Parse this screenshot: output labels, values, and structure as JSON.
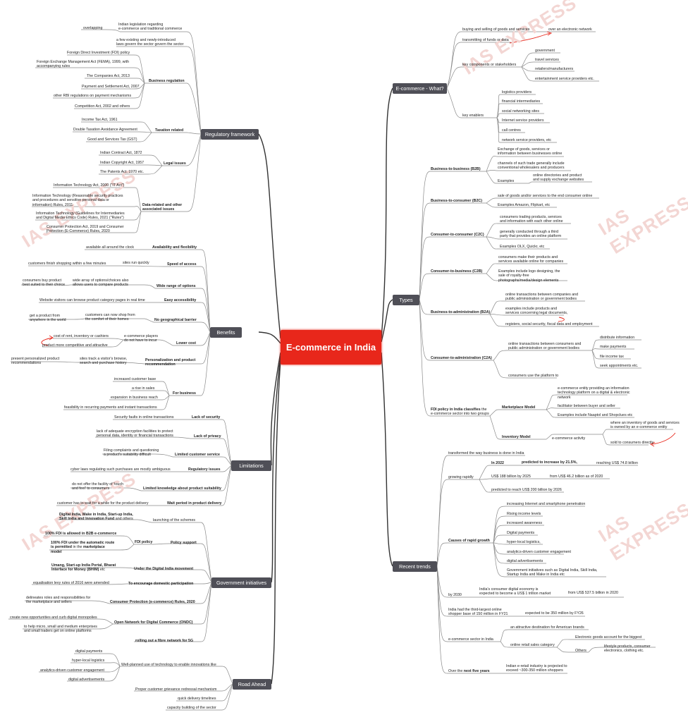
{
  "center": "E-commerce in India",
  "watermark": "IAS EXPRESS",
  "colors": {
    "hub": "#e8271b",
    "branch": "#4f4f57",
    "line": "#888888",
    "annotation": "#e8271b"
  },
  "branches": {
    "what": "E-commerce - What?",
    "types": "Types",
    "trends": "Recent trends",
    "regulatory": "Regulatory framework",
    "benefits": "Benefits",
    "limitations": "Limitations",
    "govt": "Government initiatives",
    "road": "Road Ahead"
  },
  "what": {
    "buying": "buying and selling of goods and services",
    "network": "over an electronic network",
    "funds": "transmitting of funds or data",
    "stakeholders": "key components or stakeholders",
    "s1": "government",
    "s2": "travel services",
    "s3": "retailers/manufacturers",
    "s4": "entertainment service providers etc.",
    "enablers": "key enablers",
    "e1": "logistics providers",
    "e2": "financial intermediaries",
    "e3": "social networking sites",
    "e4": "Internet service providers",
    "e5": "call centres",
    "e6": "network service providers, etc"
  },
  "types": {
    "b2b": "Business-to-business (B2B)",
    "b2b_1": "Exchange of goods, services or\ninformation between businesses online",
    "b2b_2": "channels of such trade generally include\nconventional wholesalers and producers",
    "b2b_ex": "Examples",
    "b2b_3": "online directories and product\nand supply exchange websites",
    "b2c": "Business-to-consumer (B2C)",
    "b2c_1": "sale of goods and/or services to the end consumer online",
    "b2c_2": "Examples Amazon, Flipkart, etc",
    "c2c": "Consumer-to-consumer (C2C)",
    "c2c_1": "consumers trading products, services\nand information with each other online",
    "c2c_2": "generally conducted through a third\nparty that provides an online platform",
    "c2c_3": "Examples OLX, Quickr, etc",
    "c2b": "Consumer-to-business (C2B)",
    "c2b_1": "consumers make their products and\nservices available online for companies",
    "c2b_2": "Examples include logo designing, the\nsale of royalty-free\nphotographs/media/design elements",
    "b2a": "Business-to-administration (B2A)",
    "b2a_1": "online transactions between companies and\npublic administration or government bodies",
    "b2a_2": "examples include products and\nservices concerning legal documents,",
    "b2a_3": "registers, social security, fiscal data and employment",
    "c2a": "Consumer-to-administration (C2A)",
    "c2a_1": "online transactions between consumers and\npublic administration or government bodies",
    "c2a_a": "distribute information",
    "c2a_b": "make payments",
    "c2a_c": "file income tax",
    "c2a_d": "seek appointments etc.",
    "c2a_2": "consumers use the platform to",
    "fdi_a": "FDI policy in India classifies",
    "fdi_b": " the\ne-commerce sector into two groups",
    "mm": "Marketplace Model",
    "mm_1": "e-commerce entity providing an information\ntechnology platform on a digital & electronic\nnetwork",
    "mm_2": "facilitator between buyer and seller",
    "mm_3": "Examples include Naaptol and Shopclues etc",
    "im": "Inventory Model",
    "im_act": "e-commerce activity",
    "im_1": "where an inventory of goods and services\nis owned by an e-commerce entity",
    "im_2": "sold to consumers directly"
  },
  "trends": {
    "transformed": "transformed the way business is done in India",
    "growing": "growing rapidly",
    "y2022": "In 2022",
    "pred": "predicted to increase by 21.5%,",
    "reach": "reaching US$ 74.8 billion",
    "us188": "US$ 188 billion by 2025",
    "from46": "from US$ 46.2 billion as of 2020",
    "us200": "predicted to reach US$ 200 billion by 2026",
    "causes": "Causes of rapid growth",
    "c1": "increasing Internet and smartphone penetration",
    "c2": "Rising income levels",
    "c3": "increased awareness",
    "c4": "Digital payments",
    "c5": "hyper-local logistics,",
    "c6": "analytics-driven customer engagement",
    "c7": "digital advertisements",
    "c8": "Government initiatives  such as Digital India, Skill India,\nStartup India and Make in India etc",
    "by2030": "by 2030",
    "digital": "India's consumer digital economy is\nexpected to become a US$ 1 trillion market",
    "from537": "from US$ 537.5 billion in 2020",
    "shopper": "India had the third-largest online\nshopper base of 150 million in FY21",
    "exp350": "expected to be 350 million by FY26",
    "sector": "e-commerce sector in India",
    "attractive": "an attractive destination for American brands",
    "retail": "online retail sales category",
    "electronic": "Electronic goods account for the biggest",
    "others": "Others",
    "lifestyle": "lifestyle products, consumer\nelectronics, clothing etc.",
    "next_a": "Over the ",
    "next_b": "next five years",
    "next_c": "Indian e-retail industry is projected to\nexceed ~300-350 million shoppers"
  },
  "reg": {
    "overlap": "overlapping",
    "legis": "Indian legislation regarding\ne-commerce and traditional commerce",
    "few": "a few existing and newly-introduced\nlaws govern the sector govern the sector",
    "business": "Business regulation",
    "br1": "Foreign Direct Investment (FDI) policy",
    "br2": "Foreign Exchange Management Act (FEMA), 1999, with\naccompanying rules",
    "br3": "The Companies Act, 2013",
    "br4": "Payment and Settlement Act, 2007",
    "br5": "other RBI regulations on payment mechanisms",
    "br6": "Competition Act, 2002 and others",
    "tax": "Taxation related",
    "t1": "Income Tax Act, 1961",
    "t2": "Double Taxation Avoidance Agreement",
    "t3": "Good and Services Tax (GST)",
    "legal": "Legal issues",
    "l1": "Indian Contract Act, 1872",
    "l2": "Indian Copyright Act, 1957",
    "l3": "The Patents Act, 1970 etc.",
    "data": "Data-related and other\nassociated issues",
    "d1": "Information Technology Act, 2000 (\"IT Act\")",
    "d2": "Information Technology (Reasonable security practices\nand procedures and sensitive personal data or\ninformation) Rules, 2011",
    "d3": "Information Technology (Guidelines for Intermediaries\nand Digital Media Ethics Code) Rules, 2021 (\"Rules\")",
    "d4": "Consumer Protection Act, 2019 and Consumer\nProtection (E-Commerce) Rules, 2020"
  },
  "ben": {
    "avail": "Availability and flexibility",
    "avail_1": "available all around the clock",
    "speed": "Speed of access",
    "speed_1": "sites run quickly",
    "speed_2": "customers finish shopping within a few minutes",
    "wide": "Wide range of options",
    "wide_1": "wide array of options/choices also\nallows users to compare products",
    "wide_2": "consumers buy product\nbest suited to their choice",
    "easy": "Easy accessibility",
    "easy_1": "Website visitors can browse product category pages in real time",
    "geo": "No geographical barrier",
    "geo_1": "customers can now shop from\nthe comfort of their homes",
    "geo_2": "get a product from\nanywhere in the world",
    "low": "Lower cost",
    "low_1": "e-commerce players\ndo not have to incur",
    "low_2": "cost of rent, inventory or cashiers",
    "low_3": "product more competitive and attractive",
    "pers": "Personalization and product\nrecommendation",
    "pers_1": "sites track a visitor's browse,\nsearch and purchase history",
    "pers_2": "present personalized product\nrecommendations",
    "biz": "For business",
    "biz_1": "increased customer base",
    "biz_2": "a rise in sales",
    "biz_3": "expansion in business reach",
    "biz_4": "feasibility in recurring payments and instant transactions"
  },
  "lim": {
    "sec": "Lack of security",
    "sec_1": "Security faults in online transactions",
    "priv": "Lack of privacy",
    "priv_1": "lack of adequate encryption facilities to protect\npersonal data, identity or financial transactions",
    "cust": "Limited customer service",
    "cust_1": "Filing complaints and questioning\na product's suitability difficult",
    "regi": "Regulatory issues",
    "regi_1": "cyber laws regulating such purchases are mostly ambiguous",
    "know": "Limited knowledge about product suitability",
    "know_1": "do not offer the facility of 'touch\nand feel' to consumers",
    "wait": "Wait period in product delivery",
    "wait_1": "customer has to wait for a while for the product delivery"
  },
  "gov": {
    "schemes_b": "Digital India, Make in India, Start-up India,\nSkill India and Innovation Fund",
    "schemes_c": " and others",
    "launch": "launching of the schemes",
    "policy": "Policy support",
    "fdi": "FDI policy",
    "fdi_1": "100% FDI is allowed in B2B e-commerce",
    "fdi_2a": "100% FDI under the automatic route\nis permitted",
    "fdi_2b": " in the ",
    "fdi_2c": "marketplace\nmodel",
    "umang_b": "Umang, Start-up India Portal, Bharat\nInterface for Money (BHIM)",
    "umang_c": " etc",
    "digital": "Under the Digital India movement",
    "equal": "equalisation levy rules of 2016 were amended",
    "dom": "To encourage domestic participation",
    "deline": "delineates roles and responsibilities for\nthe marketplace and sellers",
    "cpr": "Consumer Protection (e-commerce) Rules, 2020",
    "create": "create new opportunities and curb digital monopolies",
    "help": "to help micro, small and medium enterprises\nand small traders get on online platforms",
    "ondc": "Open Network for Digital Commerce (ONDC)",
    "fibre": "rolling out a fibre network for 5G"
  },
  "road": {
    "well": "Well-planned use of technology to enable innovations like",
    "r1": "digital payments",
    "r2": "hyper-local logistics",
    "r3": "analytics-driven customer engagement",
    "r4": "digital advertisements",
    "grievance": "Proper customer grievance redressal mechanism",
    "quick": "quick delivery timelines",
    "capacity": "capacity building of the sector"
  }
}
